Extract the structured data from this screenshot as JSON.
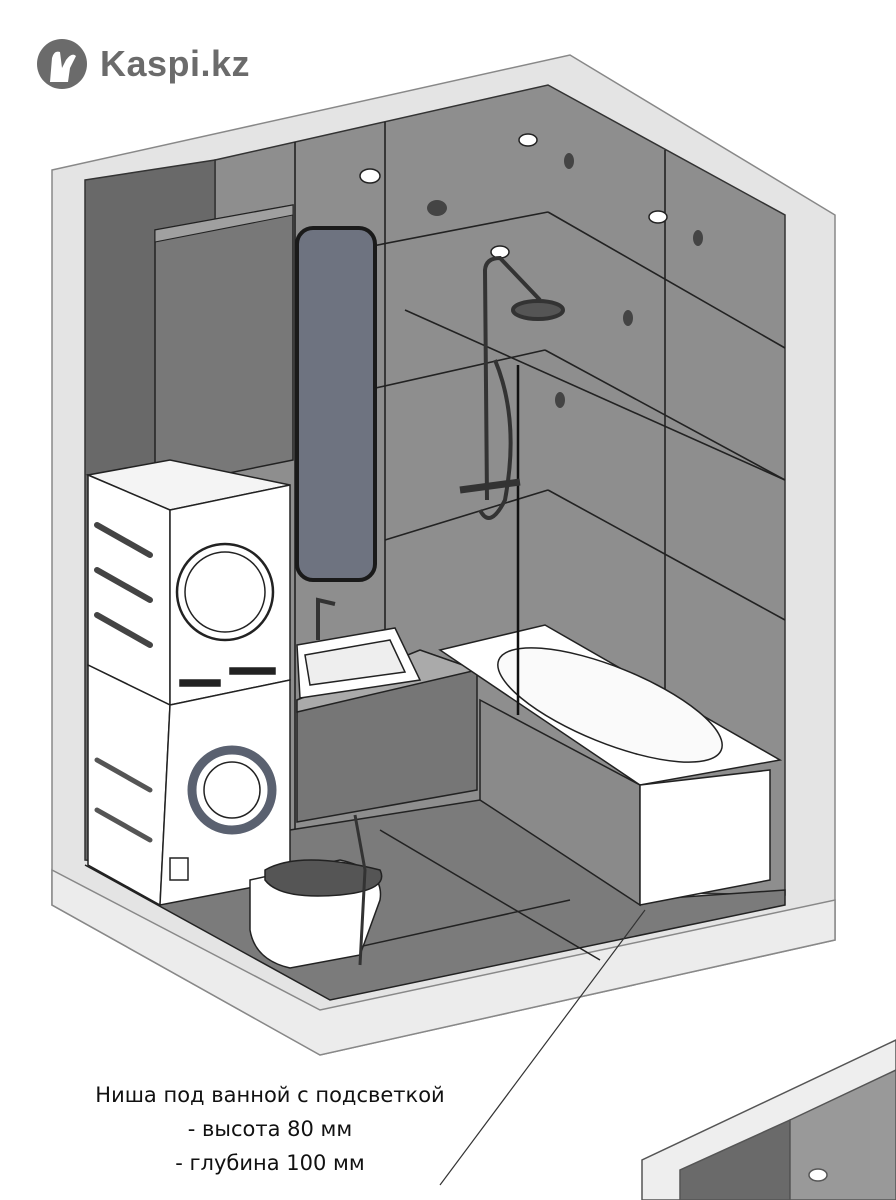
{
  "logo": {
    "text": "Kaspi.kz",
    "color": "#6b6b6b"
  },
  "annotation": {
    "lines": [
      "Ниша под ванной с подсветкой",
      "- высота 80 мм",
      "- глубина 100 мм"
    ]
  },
  "colors": {
    "wall": "#8e8e8e",
    "dark_wall": "#696969",
    "floor": "#7b7b7b",
    "frame": "#e4e4e4",
    "appliance": "#ffffff"
  }
}
